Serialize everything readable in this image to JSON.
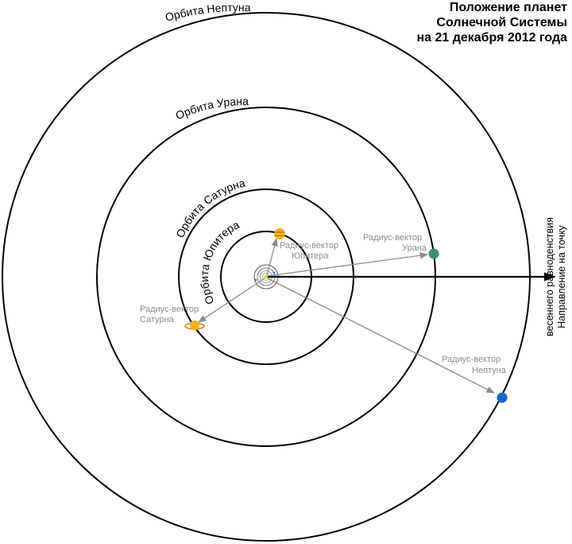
{
  "title": {
    "line1": "Положение планет",
    "line2": "Солнечной Системы",
    "line3": "на 21 декабря 2012 года"
  },
  "orbits": {
    "neptune": "Орбита Нептуна",
    "uranus": "Орбита Урана",
    "saturn": "Орбита Сатурна",
    "jupiter": "Орбита Юпитера"
  },
  "vectors": {
    "jupiter": {
      "line1": "Радиус-вектор",
      "line2": "Юпитера"
    },
    "uranus": {
      "line1": "Радиус-вектор",
      "line2": "Урана"
    },
    "saturn": {
      "line1": "Радиус-вектор",
      "line2": "Сатурна"
    },
    "neptune": {
      "line1": "Радиус-вектор",
      "line2": "Нептуна"
    }
  },
  "axis": {
    "line1": "Направление на точку",
    "line2": "весеннего равноденствия"
  },
  "colors": {
    "orbit": "#000000",
    "vector": "#8c8c8c",
    "jupiter": "#f5b41e",
    "saturn": "#f5b41e",
    "uranus": "#3a8f76",
    "neptune": "#0f66c4"
  }
}
